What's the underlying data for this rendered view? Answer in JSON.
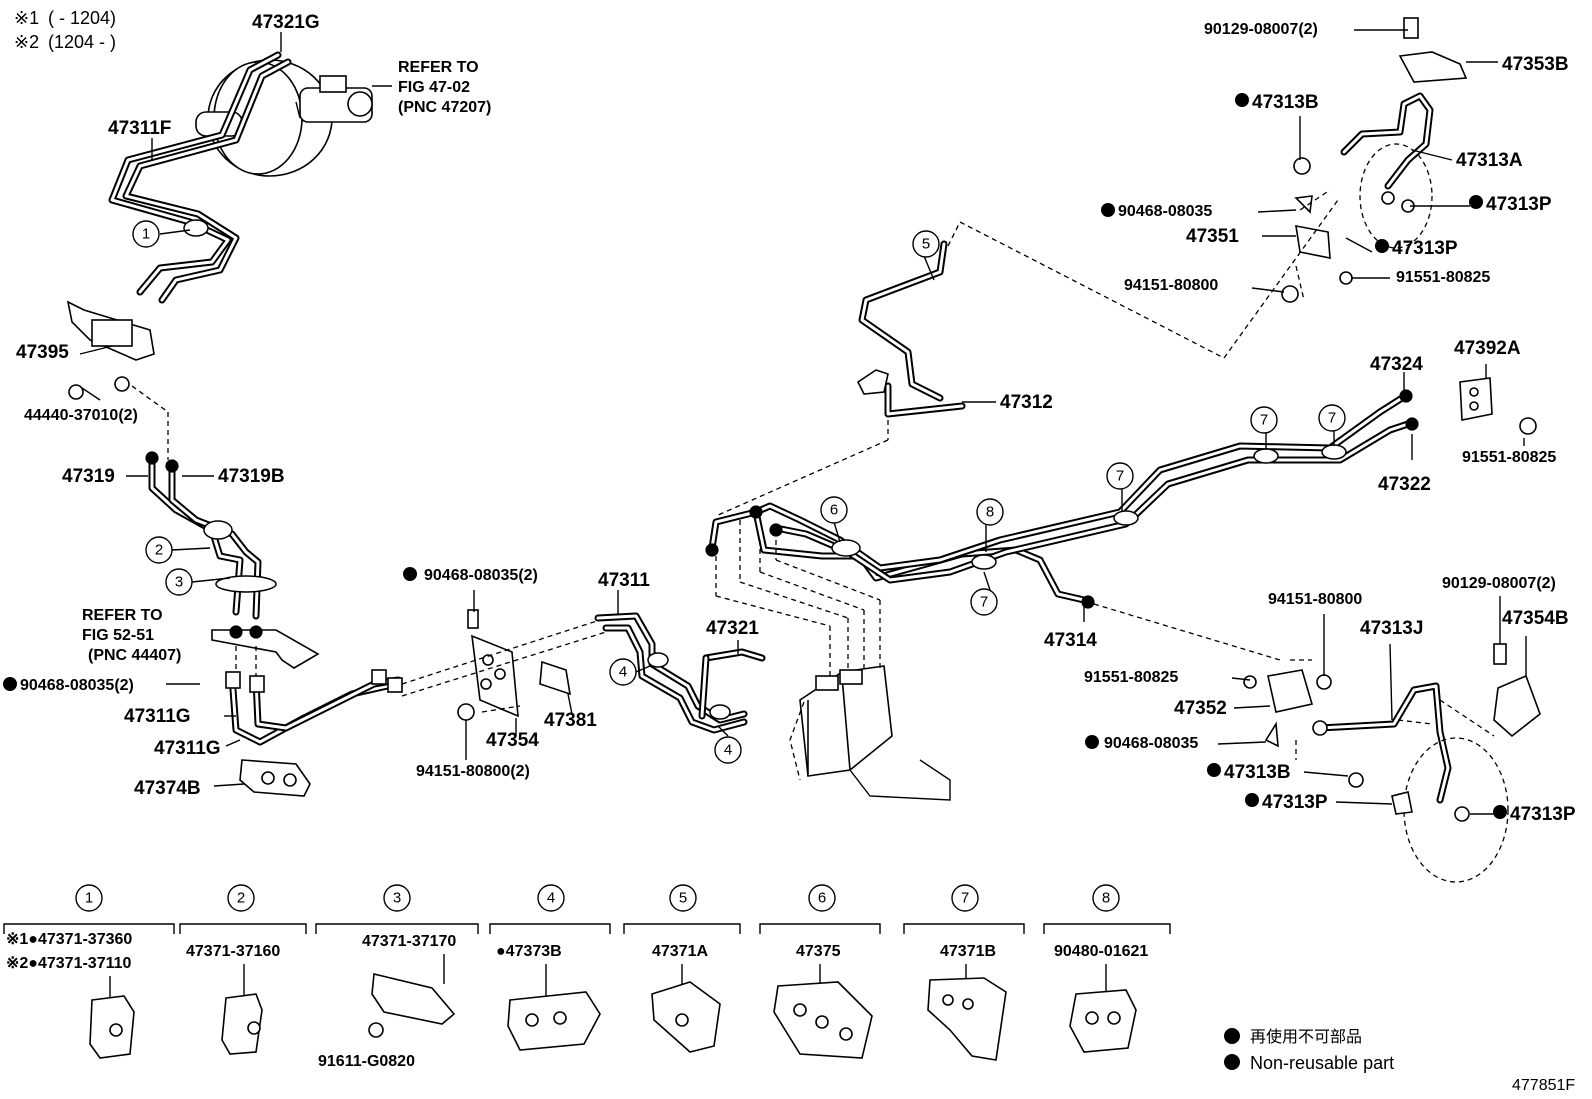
{
  "notes": {
    "n1_mark": "※1",
    "n1_range": "(        - 1204)",
    "n2_mark": "※2",
    "n2_range": "(1204 -        )"
  },
  "refs": {
    "ref1_l1": "REFER TO",
    "ref1_l2": "FIG 47-02",
    "ref1_l3": "(PNC 47207)",
    "ref2_l1": "REFER TO",
    "ref2_l2": "FIG 52-51",
    "ref2_l3": "(PNC 44407)"
  },
  "parts": {
    "p47321G": "47321G",
    "p47311F": "47311F",
    "p47395": "47395",
    "p44440": "44440-37010(2)",
    "p47319": "47319",
    "p47319B": "47319B",
    "p90468_left": "90468-08035(2)",
    "p47311G_a": "47311G",
    "p47311G_b": "47311G",
    "p47374B": "47374B",
    "p90468_mid": "90468-08035(2)",
    "p47311": "47311",
    "p47321": "47321",
    "p47354": "47354",
    "p47381": "47381",
    "p94151_mid": "94151-80800(2)",
    "p47312": "47312",
    "p47314": "47314",
    "p90129_top": "90129-08007(2)",
    "p47353B": "47353B",
    "p47313B_top": "47313B",
    "p47313A": "47313A",
    "p47313P_top1": "47313P",
    "p47313P_top2": "47313P",
    "p90468_top": "90468-08035",
    "p47351": "47351",
    "p94151_top": "94151-80800",
    "p91551_top": "91551-80825",
    "p47324": "47324",
    "p47392A": "47392A",
    "p91551_right": "91551-80825",
    "p47322": "47322",
    "p94151_right": "94151-80800",
    "p90129_right": "90129-08007(2)",
    "p47354B": "47354B",
    "p47313J": "47313J",
    "p91551_low": "91551-80825",
    "p47352": "47352",
    "p90468_low": "90468-08035",
    "p47313B_low": "47313B",
    "p47313P_low1": "47313P",
    "p47313P_low2": "47313P"
  },
  "callouts": [
    "1",
    "2",
    "3",
    "4",
    "4",
    "5",
    "6",
    "7",
    "7",
    "7",
    "7",
    "8"
  ],
  "legend_items": [
    {
      "num": "1",
      "line1": "※1●47371-37360",
      "line2": "※2●47371-37110"
    },
    {
      "num": "2",
      "line1": "47371-37160",
      "line2": ""
    },
    {
      "num": "3",
      "line1": "47371-37170",
      "line2": "91611-G0820"
    },
    {
      "num": "4",
      "line1": "●47373B",
      "line2": ""
    },
    {
      "num": "5",
      "line1": "47371A",
      "line2": ""
    },
    {
      "num": "6",
      "line1": "47375",
      "line2": ""
    },
    {
      "num": "7",
      "line1": "47371B",
      "line2": ""
    },
    {
      "num": "8",
      "line1": "90480-01621",
      "line2": ""
    }
  ],
  "footnote": {
    "jp": "再使用不可部品",
    "en": "Non-reusable part",
    "code": "477851F"
  }
}
